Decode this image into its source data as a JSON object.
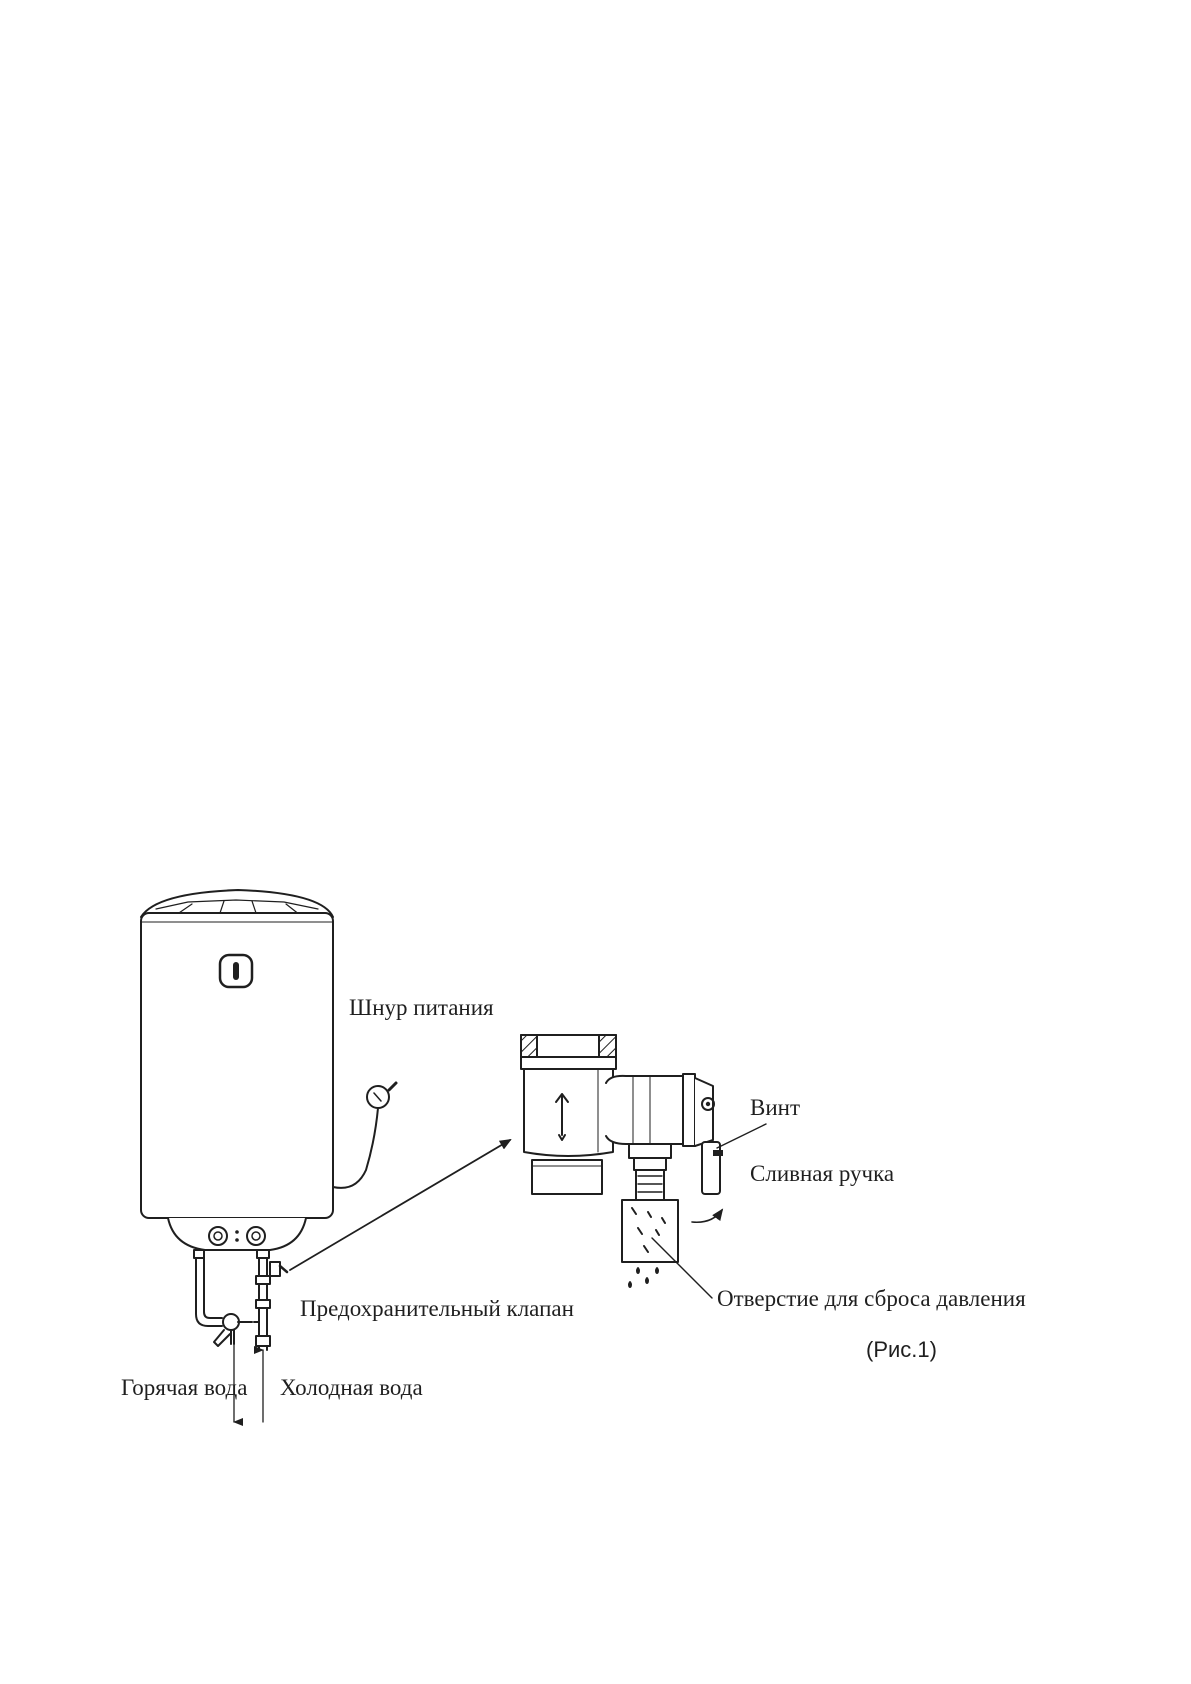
{
  "labels": {
    "power_cord": "Шнур питания",
    "screw": "Винт",
    "drain_handle": "Сливная ручка",
    "pressure_relief_hole": "Отверстие для сброса давления",
    "safety_valve": "Предохранительный клапан",
    "hot_water": "Горячая вода",
    "cold_water": "Холодная вода",
    "figure_caption": "(Рис.1)"
  },
  "icons": {
    "heater": "water-heater-icon",
    "valve": "safety-valve-icon"
  },
  "colors": {
    "line": "#1f1f1f",
    "fill": "#ffffff"
  }
}
